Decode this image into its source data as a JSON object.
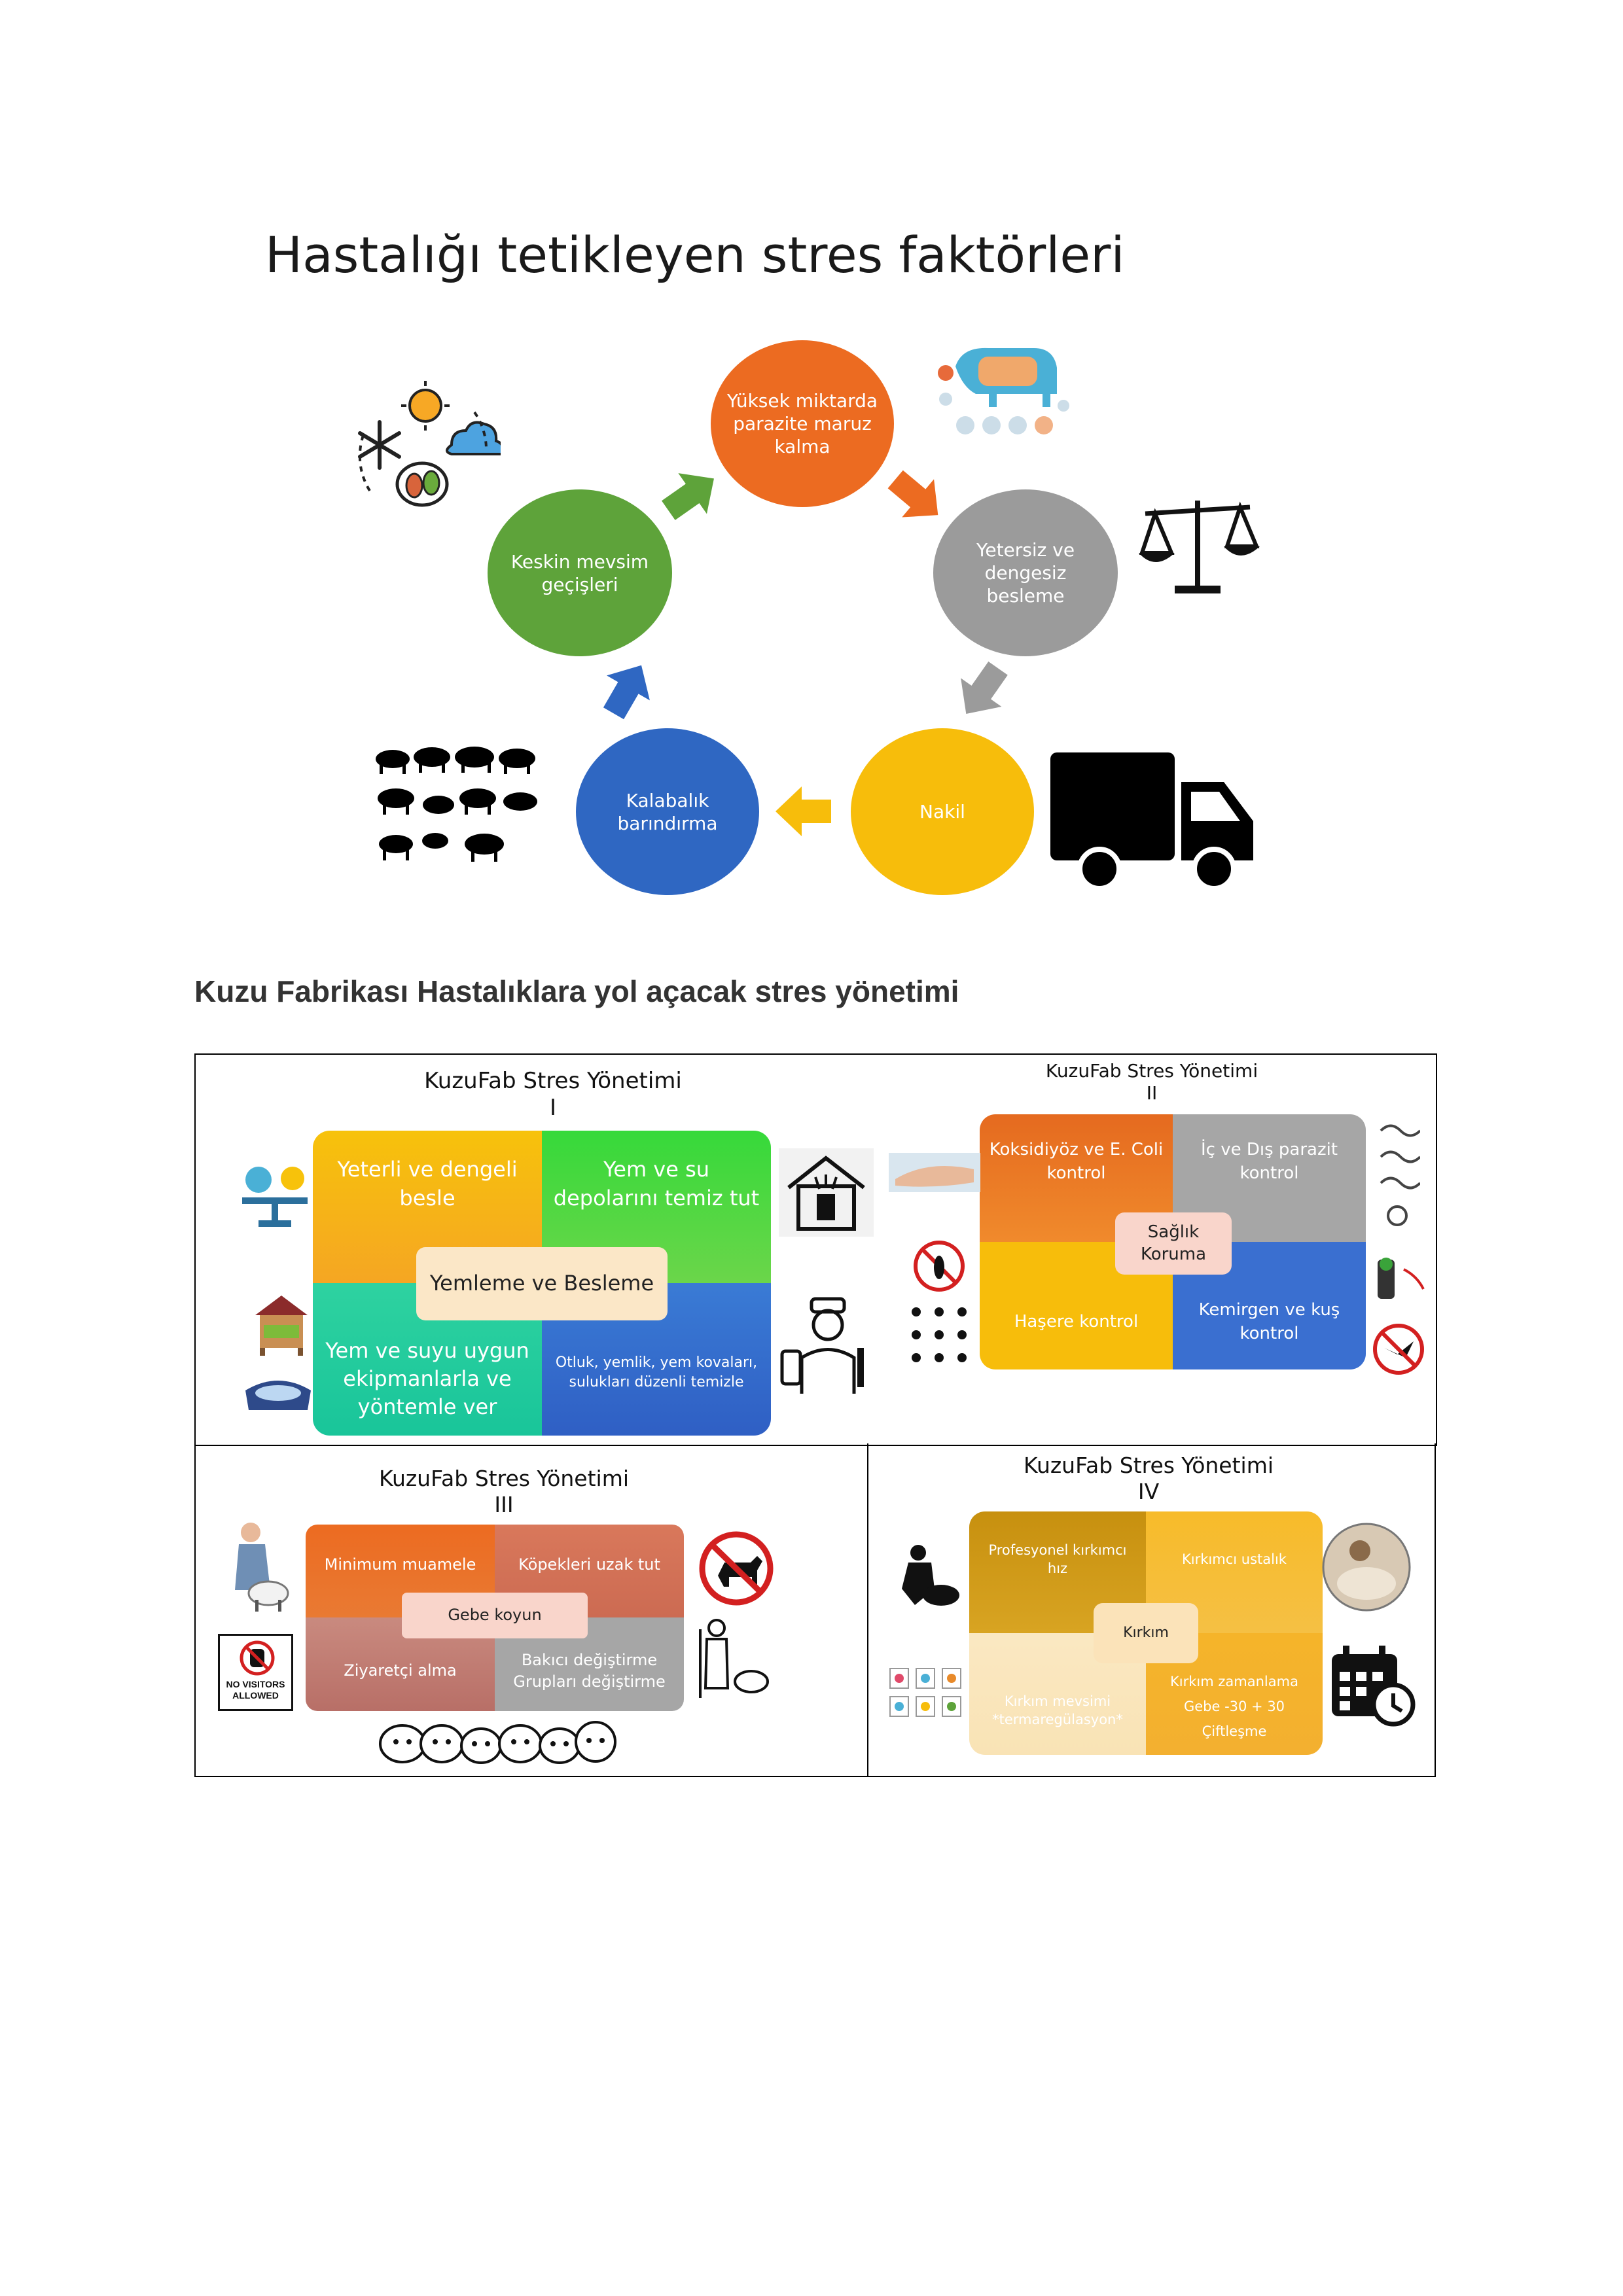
{
  "page_title": "Hastalığı tetikleyen stres faktörleri",
  "cycle": {
    "nodes": [
      {
        "label": "Yüksek miktarda parazite maruz kalma",
        "color": "#ec6b21"
      },
      {
        "label": "Yetersiz ve dengesiz besleme",
        "color": "#9b9b9b"
      },
      {
        "label": "Nakil",
        "color": "#f7bd0b"
      },
      {
        "label": "Kalabalık barındırma",
        "color": "#2f67c2"
      },
      {
        "label": "Keskin mevsim geçişleri",
        "color": "#5ea33a"
      }
    ]
  },
  "section_title": "Kuzu Fabrikası Hastalıklara yol açacak stres yönetimi",
  "panels": {
    "p1": {
      "title": "KuzuFab Stres Yönetimi",
      "numeral": "I",
      "center": "Yemleme ve Besleme",
      "q1": "Yeterli ve dengeli besle",
      "q2": "Yem ve su depolarını temiz tut",
      "q3": "Yem ve suyu uygun ekipmanlarla ve yöntemle ver",
      "q4": "Otluk, yemlik, yem kovaları, sulukları düzenli temizle"
    },
    "p2": {
      "title": "KuzuFab Stres Yönetimi",
      "numeral": "II",
      "center": "Sağlık Koruma",
      "q1": "Koksidiyöz ve E. Coli kontrol",
      "q2": "İç ve Dış parazit kontrol",
      "q3": "Haşere kontrol",
      "q4": "Kemirgen ve kuş kontrol"
    },
    "p3": {
      "title": "KuzuFab Stres Yönetimi",
      "numeral": "III",
      "center": "Gebe koyun",
      "q1": "Minimum muamele",
      "q2": "Köpekleri uzak tut",
      "q3": "Ziyaretçi alma",
      "q4_line1": "Bakıcı değiştirme",
      "q4_line2": "Grupları değiştirme",
      "sign_line1": "NO VISITORS",
      "sign_line2": "ALLOWED"
    },
    "p4": {
      "title": "KuzuFab Stres Yönetimi",
      "numeral": "IV",
      "center": "Kırkım",
      "q1": "Profesyonel kırkımcı hız",
      "q2": "Kırkımcı ustalık",
      "q3_line1": "Kırkım mevsimi",
      "q3_line2": "*termaregülasyon*",
      "q4_line1": "Kırkım zamanlama",
      "q4_line2": "Gebe -30 + 30",
      "q4_line3": "Çiftleşme"
    }
  },
  "icons": [
    "sun-icon",
    "snowflake-icon",
    "cloud-icon",
    "leaf-icon",
    "sheep-parasite-icon",
    "scales-icon",
    "truck-icon",
    "sheep-flock-icon",
    "feeder-icon",
    "house-icon",
    "worker-icon",
    "mosquito-icon",
    "worm-icon",
    "no-bird-icon",
    "no-dog-icon",
    "shepherd-icon",
    "shearer-icon",
    "calendar-icon"
  ]
}
